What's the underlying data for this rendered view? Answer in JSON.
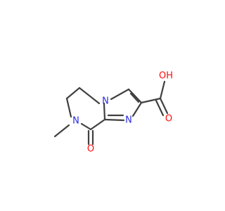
{
  "molecule": {
    "atoms": {
      "n_bridge": "N",
      "n_imidazole": "N",
      "n_methyl": "N",
      "o_lactam": "O",
      "o_carbonyl": "O",
      "oh_acid": "OH"
    }
  },
  "colors": {
    "bond": "#404040",
    "nitrogen": "#2a2ae6",
    "oxygen": "#ff0d0d",
    "background": "#ffffff"
  }
}
